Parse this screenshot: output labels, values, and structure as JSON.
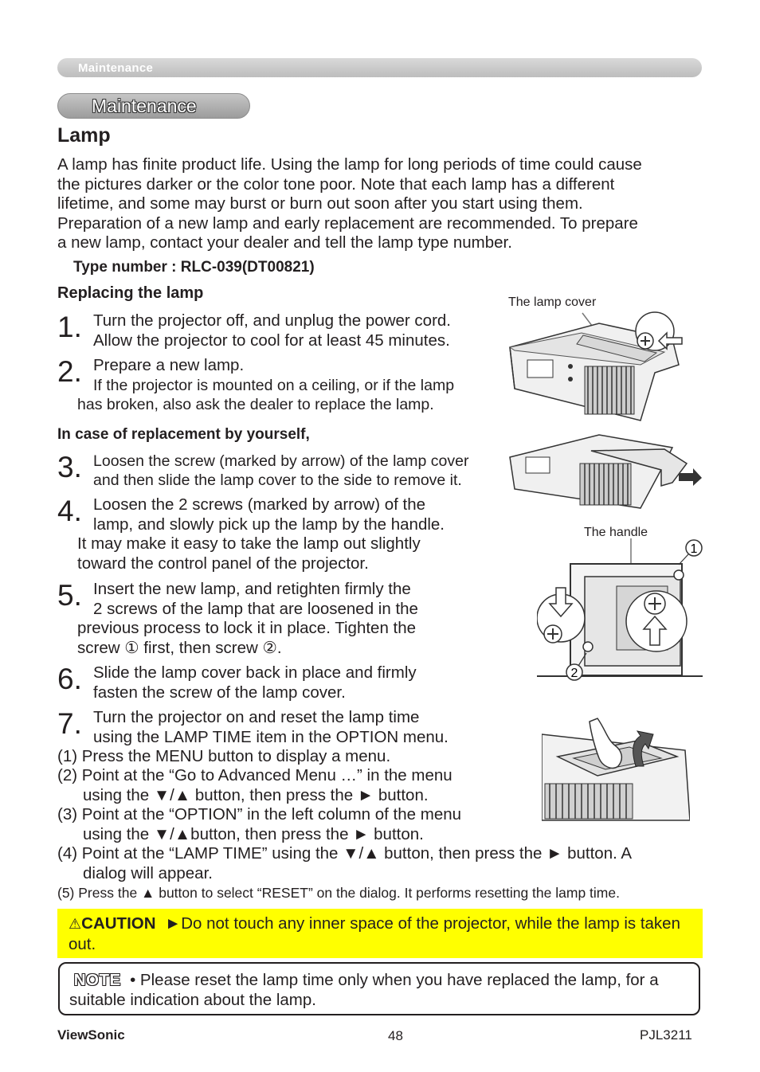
{
  "header": {
    "breadcrumb": "Maintenance"
  },
  "section_title": "Maintenance",
  "heading": "Lamp",
  "intro_lines": [
    "A lamp has finite product life. Using the lamp for long periods of time could cause",
    "the pictures darker or the color tone poor. Note that each lamp has a different",
    "lifetime, and some may burst or burn out soon after you start using them.",
    "Preparation of a new lamp and early replacement are recommended. To prepare",
    "a new lamp, contact your dealer and tell the lamp type number."
  ],
  "type_number": "Type number : RLC-039(DT00821)",
  "replacing_heading": "Replacing the lamp",
  "case_heading": "In case of replacement by yourself,",
  "steps": {
    "s1": {
      "num": "1.",
      "lines": [
        "Turn the projector off, and unplug the power cord.",
        "Allow the projector to cool for at least 45 minutes."
      ]
    },
    "s2": {
      "num": "2.",
      "line1": "Prepare a new lamp.",
      "line2": "If the projector is mounted on a ceiling, or if the lamp",
      "line3": "has broken, also ask the dealer to replace the lamp."
    },
    "s3": {
      "num": "3.",
      "lines": [
        "Loosen the screw (marked by arrow) of the lamp cover",
        "and then slide the lamp cover to the side to remove it."
      ]
    },
    "s4": {
      "num": "4.",
      "lines": [
        "Loosen the 2 screws (marked by arrow) of the",
        "lamp, and slowly pick up the lamp by the handle."
      ],
      "cont": [
        "It may make it easy to take the lamp out slightly",
        "toward the control panel of the projector."
      ]
    },
    "s5": {
      "num": "5.",
      "lines": [
        "Insert the new lamp, and retighten firmly the",
        "2 screws of the lamp that are loosened in the"
      ],
      "cont": [
        "previous process to lock it in place. Tighten the",
        "screw ① first, then screw ②."
      ]
    },
    "s6": {
      "num": "6.",
      "lines": [
        "Slide the lamp cover back in place and firmly",
        "fasten the screw of the lamp cover."
      ]
    },
    "s7": {
      "num": "7.",
      "lines": [
        "Turn the projector on and reset the lamp time",
        "using the LAMP TIME item in the OPTION menu."
      ]
    }
  },
  "substeps": [
    "(1) Press the MENU button to display a menu.",
    "(2) Point at the “Go to Advanced Menu …” in the menu",
    "using the ▼/▲ button, then press the ► button.",
    "(3) Point at the “OPTION” in the left column of the menu",
    "using the ▼/▲button, then press the ► button.",
    "(4) Point at the “LAMP TIME” using the ▼/▲ button, then press the ► button. A",
    "dialog will appear.",
    "(5) Press the ▲ button to select “RESET” on the dialog. It performs resetting the lamp time."
  ],
  "figures": {
    "lamp_cover_label": "The lamp cover",
    "handle_label": "The handle",
    "marker_1": "1",
    "marker_2": "2"
  },
  "caution": {
    "word": "CAUTION",
    "text": "►Do not touch any inner space of the projector, while the lamp is taken out."
  },
  "note": {
    "word": "NOTE",
    "text": "• Please reset the lamp time only when you have replaced the lamp, for a suitable indication about the lamp."
  },
  "footer": {
    "brand": "ViewSonic",
    "page": "48",
    "model": "PJL3211"
  }
}
